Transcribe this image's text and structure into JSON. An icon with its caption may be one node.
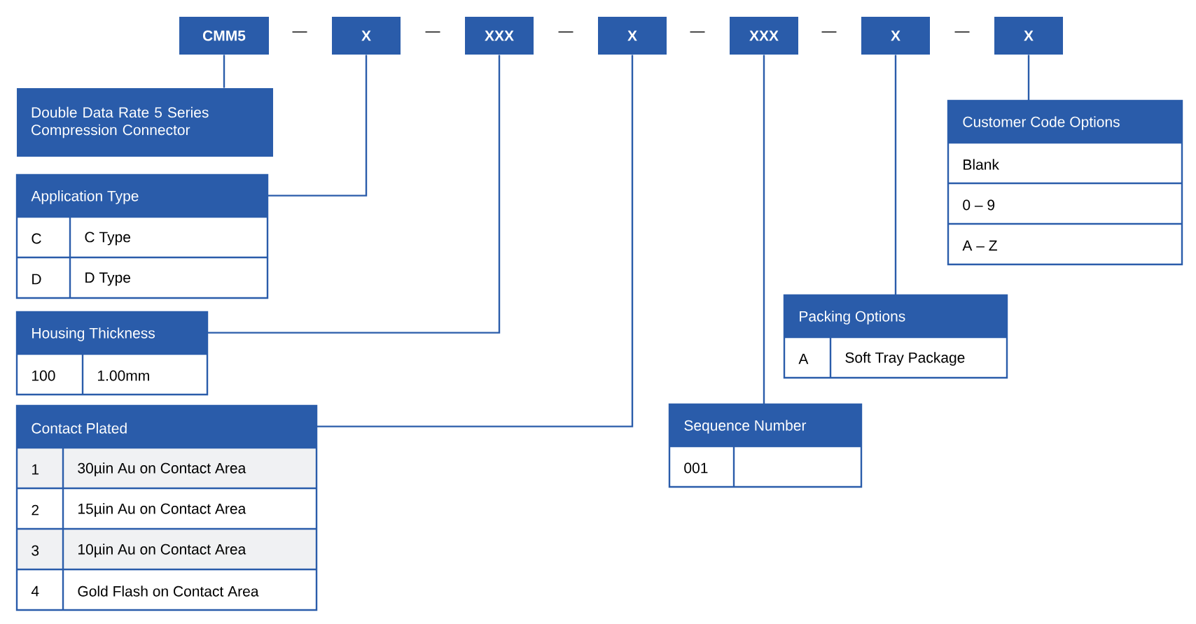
{
  "diagram": {
    "nodes": [
      {
        "text": [
          "CMM5"
        ]
      },
      {
        "text": [
          "X"
        ]
      },
      {
        "text": [
          "XXX"
        ]
      },
      {
        "text": [
          "X"
        ]
      },
      {
        "text": [
          "XXX"
        ]
      },
      {
        "text": [
          "X"
        ]
      },
      {
        "text": [
          "X"
        ]
      },
      {
        "text": [
          "Double Data Rate 5 Series Compression Connector"
        ]
      },
      {
        "text": [
          "Application Type",
          "C",
          "C Type",
          "D",
          "D Type"
        ]
      },
      {
        "text": [
          "Housing Thickness",
          "100",
          "1.00mm"
        ]
      },
      {
        "text": [
          "Contact Plated",
          "1",
          "30µin Au on Contact Area",
          "2",
          "15µin Au on Contact Area",
          "3",
          "10µin Au on Contact Area",
          "4",
          "Gold Flash on Contact Area"
        ]
      },
      {
        "text": [
          "Sequence Number",
          "001"
        ]
      },
      {
        "text": [
          "Packing Options",
          "A",
          "Soft Tray Package"
        ]
      },
      {
        "text": [
          "Customer Code Options",
          "Blank",
          "0 – 9",
          "A – Z"
        ]
      }
    ],
    "edges": [
      {
        "from": 0,
        "to": 7,
        "arrow": "none"
      },
      {
        "from": 1,
        "to": 8,
        "arrow": "none"
      },
      {
        "from": 2,
        "to": 9,
        "arrow": "none"
      },
      {
        "from": 3,
        "to": 10,
        "arrow": "none"
      },
      {
        "from": 4,
        "to": 11,
        "arrow": "none"
      },
      {
        "from": 5,
        "to": 12,
        "arrow": "none"
      },
      {
        "from": 6,
        "to": 13,
        "arrow": "none"
      }
    ],
    "labels": [
      "—",
      "—",
      "—",
      "—",
      "—",
      "—"
    ]
  }
}
